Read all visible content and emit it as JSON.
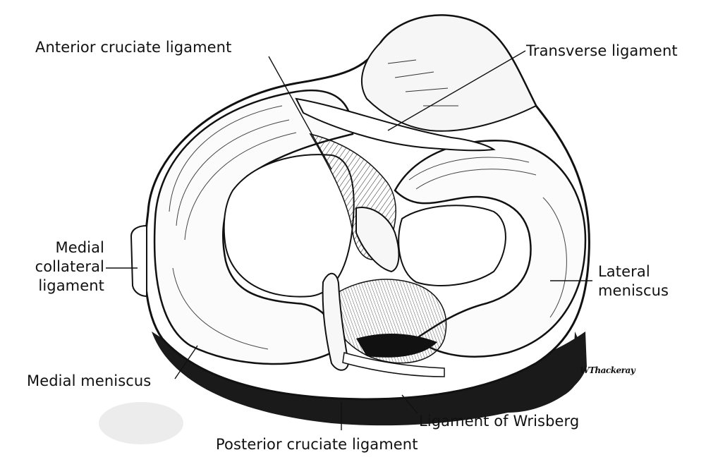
{
  "labels": {
    "acl": "Anterior cruciate ligament",
    "transverse": "Transverse ligament",
    "mcl_line1": "Medial",
    "mcl_line2": "collateral",
    "mcl_line3": "ligament",
    "lateral_line1": "Lateral",
    "lateral_line2": "meniscus",
    "medial_meniscus": "Medial meniscus",
    "wrisberg": "Ligament of Wrisberg",
    "pcl": "Posterior cruciate ligament"
  },
  "signature": "WThackeray",
  "colors": {
    "ink": "#111111",
    "paper": "#ffffff",
    "shadow": "#1a1a1a",
    "watermark": "#e8e8e8"
  }
}
